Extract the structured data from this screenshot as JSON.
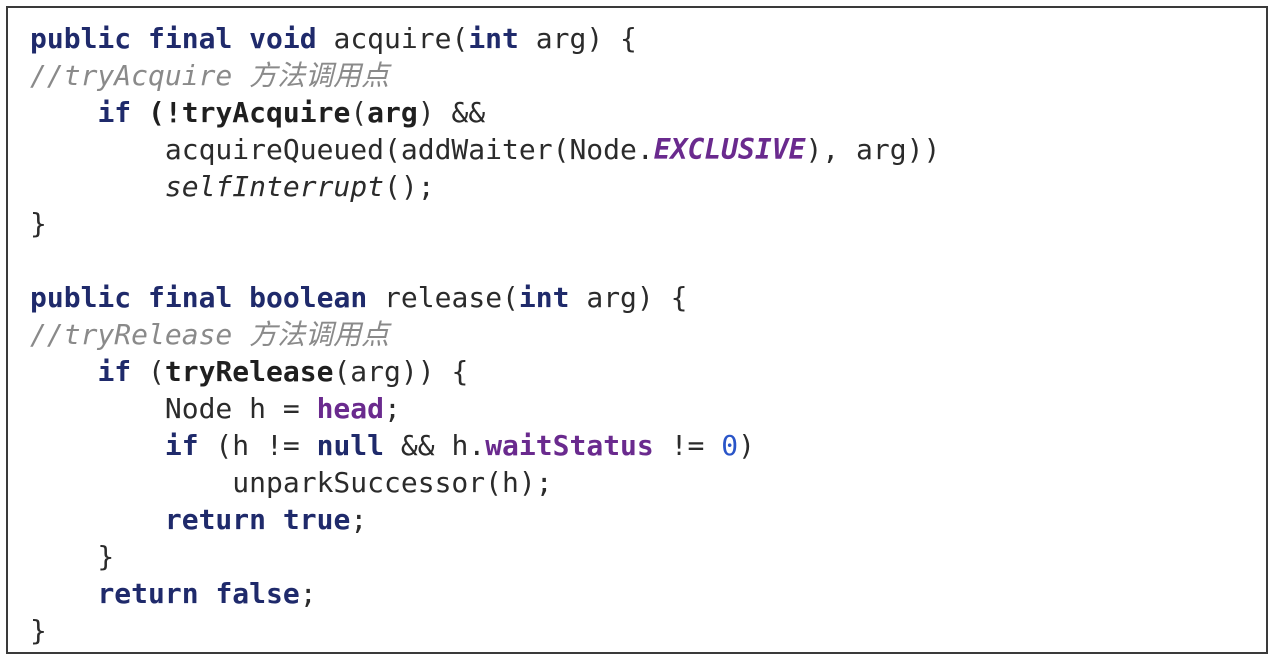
{
  "code_lines": [
    [
      {
        "t": "public",
        "c": "kw"
      },
      {
        "t": " ",
        "c": "tx"
      },
      {
        "t": "final",
        "c": "kw"
      },
      {
        "t": " ",
        "c": "tx"
      },
      {
        "t": "void",
        "c": "kw"
      },
      {
        "t": " acquire(",
        "c": "tx"
      },
      {
        "t": "int",
        "c": "kw"
      },
      {
        "t": " arg) {",
        "c": "tx"
      }
    ],
    [
      {
        "t": "//tryAcquire 方法调用点",
        "c": "cm"
      }
    ],
    [
      {
        "t": "    ",
        "c": "tx"
      },
      {
        "t": "if",
        "c": "kw"
      },
      {
        "t": " (!",
        "c": "pm"
      },
      {
        "t": "tryAcquire",
        "c": "fn"
      },
      {
        "t": "(",
        "c": "tx"
      },
      {
        "t": "arg",
        "c": "pm"
      },
      {
        "t": ") &&",
        "c": "tx"
      }
    ],
    [
      {
        "t": "        acquireQueued(addWaiter(Node.",
        "c": "tx"
      },
      {
        "t": "EXCLUSIVE",
        "c": "cn"
      },
      {
        "t": "), arg))",
        "c": "tx"
      }
    ],
    [
      {
        "t": "        ",
        "c": "tx"
      },
      {
        "t": "selfInterrupt",
        "c": "it"
      },
      {
        "t": "();",
        "c": "tx"
      }
    ],
    [
      {
        "t": "}",
        "c": "tx"
      }
    ],
    [
      {
        "t": "",
        "c": "tx"
      }
    ],
    [
      {
        "t": "public",
        "c": "kw"
      },
      {
        "t": " ",
        "c": "tx"
      },
      {
        "t": "final",
        "c": "kw"
      },
      {
        "t": " ",
        "c": "tx"
      },
      {
        "t": "boolean",
        "c": "kw"
      },
      {
        "t": " release(",
        "c": "tx"
      },
      {
        "t": "int",
        "c": "kw"
      },
      {
        "t": " arg) {",
        "c": "tx"
      }
    ],
    [
      {
        "t": "//tryRelease 方法调用点",
        "c": "cm"
      }
    ],
    [
      {
        "t": "    ",
        "c": "tx"
      },
      {
        "t": "if",
        "c": "kw"
      },
      {
        "t": " (",
        "c": "tx"
      },
      {
        "t": "tryRelease",
        "c": "fn"
      },
      {
        "t": "(arg)) {",
        "c": "tx"
      }
    ],
    [
      {
        "t": "        Node h = ",
        "c": "tx"
      },
      {
        "t": "head",
        "c": "fld"
      },
      {
        "t": ";",
        "c": "tx"
      }
    ],
    [
      {
        "t": "        ",
        "c": "tx"
      },
      {
        "t": "if",
        "c": "kw"
      },
      {
        "t": " (h != ",
        "c": "tx"
      },
      {
        "t": "null",
        "c": "kw"
      },
      {
        "t": " && h.",
        "c": "tx"
      },
      {
        "t": "waitStatus",
        "c": "fld"
      },
      {
        "t": " != ",
        "c": "tx"
      },
      {
        "t": "0",
        "c": "num"
      },
      {
        "t": ")",
        "c": "tx"
      }
    ],
    [
      {
        "t": "            unparkSuccessor(h);",
        "c": "tx"
      }
    ],
    [
      {
        "t": "        ",
        "c": "tx"
      },
      {
        "t": "return",
        "c": "kw"
      },
      {
        "t": " ",
        "c": "tx"
      },
      {
        "t": "true",
        "c": "kw"
      },
      {
        "t": ";",
        "c": "tx"
      }
    ],
    [
      {
        "t": "    }",
        "c": "tx"
      }
    ],
    [
      {
        "t": "    ",
        "c": "tx"
      },
      {
        "t": "return",
        "c": "kw"
      },
      {
        "t": " ",
        "c": "tx"
      },
      {
        "t": "false",
        "c": "kw"
      },
      {
        "t": ";",
        "c": "tx"
      }
    ],
    [
      {
        "t": "}",
        "c": "tx"
      }
    ]
  ]
}
